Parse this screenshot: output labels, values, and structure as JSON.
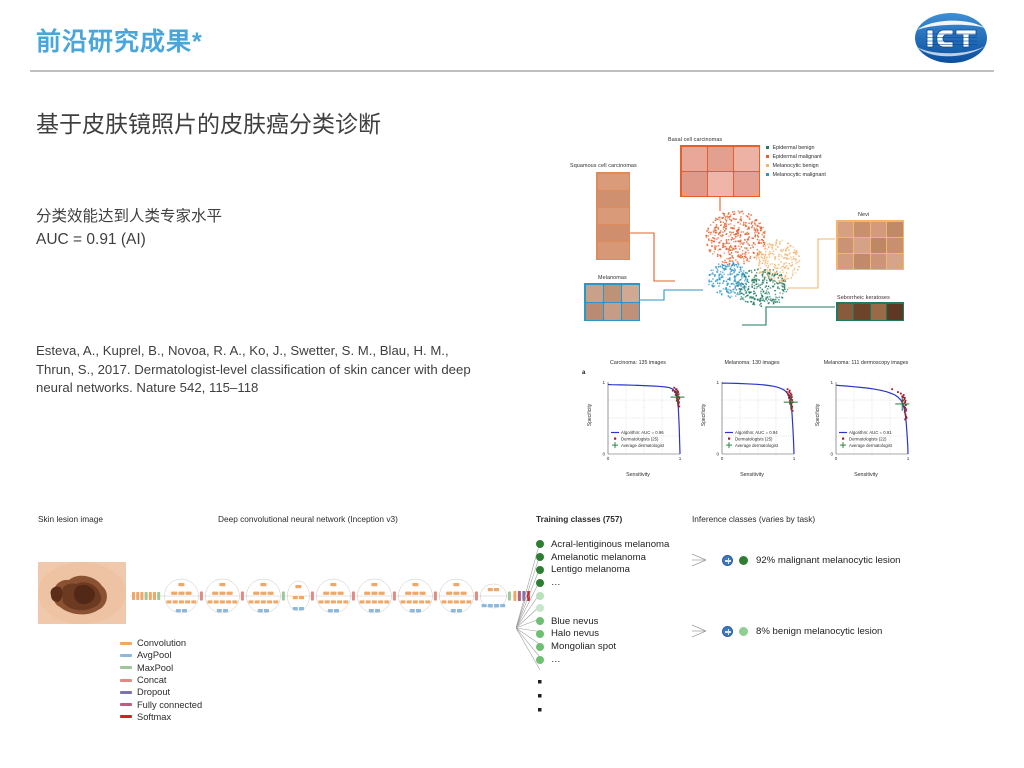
{
  "header": {
    "title": "前沿研究成果*",
    "logo_text": "ICT",
    "logo_color": "#1464b4",
    "title_color": "#49a6db"
  },
  "body": {
    "subtitle": "基于皮肤镜照片的皮肤癌分类诊断",
    "performance_line1": "分类效能达到人类专家水平",
    "performance_line2": "AUC = 0.91 (AI)",
    "citation": "Esteva, A., Kuprel, B., Novoa, R. A., Ko, J., Swetter, S. M., Blau, H. M., Thrun, S., 2017. Dermatologist-level classification of skin cancer with deep neural networks. Nature 542, 115–118"
  },
  "tsne": {
    "labels": {
      "basal": "Basal cell carcinomas",
      "squamous": "Squamous cell carcinomas",
      "melanomas": "Melanomas",
      "nevi": "Nevi",
      "seborrheic": "Seborrheic keratoses"
    },
    "legend": [
      {
        "label": "Epidermal benign",
        "color": "#1f7a60"
      },
      {
        "label": "Epidermal malignant",
        "color": "#e2622e"
      },
      {
        "label": "Melanocytic benign",
        "color": "#f2b56b"
      },
      {
        "label": "Melanocytic malignant",
        "color": "#2e95c8"
      }
    ]
  },
  "chart_data": [
    {
      "type": "line",
      "title": "Carcinoma: 135 images",
      "xlabel": "Sensitivity",
      "ylabel": "Specificity",
      "xlim": [
        0,
        1
      ],
      "ylim": [
        0,
        1
      ],
      "xticks": [
        "0",
        "1"
      ],
      "yticks": [
        "0",
        "1"
      ],
      "grid": true,
      "legend_position": "lower-left",
      "series": [
        {
          "name": "Algorithm: AUC = 0.96",
          "color": "#2a35c8",
          "x": [
            0,
            0.05,
            0.18,
            0.34,
            0.5,
            0.62,
            0.7,
            0.76,
            0.8,
            0.84,
            0.87,
            0.9,
            0.92,
            0.94,
            0.955,
            0.965,
            0.972,
            0.978,
            0.984,
            0.99,
            0.995,
            1.0
          ],
          "y": [
            0.965,
            0.963,
            0.96,
            0.955,
            0.95,
            0.945,
            0.94,
            0.935,
            0.93,
            0.925,
            0.915,
            0.9,
            0.88,
            0.845,
            0.8,
            0.75,
            0.7,
            0.62,
            0.5,
            0.34,
            0.18,
            0.0
          ]
        },
        {
          "name": "Dermatologists (25)",
          "color": "#9e1b32",
          "marker": "point",
          "points": [
            [
              0.9,
              0.88
            ],
            [
              0.93,
              0.86
            ],
            [
              0.95,
              0.9
            ],
            [
              0.96,
              0.84
            ],
            [
              0.94,
              0.82
            ],
            [
              0.965,
              0.88
            ],
            [
              0.97,
              0.8
            ],
            [
              0.955,
              0.78
            ],
            [
              0.975,
              0.86
            ],
            [
              0.98,
              0.83
            ],
            [
              0.945,
              0.9
            ],
            [
              0.985,
              0.79
            ],
            [
              0.92,
              0.92
            ],
            [
              0.935,
              0.87
            ],
            [
              0.975,
              0.75
            ],
            [
              0.99,
              0.77
            ],
            [
              0.96,
              0.76
            ],
            [
              0.97,
              0.73
            ],
            [
              0.98,
              0.7
            ],
            [
              0.985,
              0.72
            ],
            [
              0.955,
              0.74
            ],
            [
              0.975,
              0.68
            ],
            [
              0.99,
              0.66
            ],
            [
              0.945,
              0.86
            ],
            [
              0.965,
              0.81
            ]
          ]
        },
        {
          "name": "Average dermatologist",
          "color": "#1b7a2f",
          "marker": "plus",
          "points": [
            [
              0.965,
              0.79
            ]
          ]
        }
      ]
    },
    {
      "type": "line",
      "title": "Melanoma: 130 images",
      "xlabel": "Sensitivity",
      "ylabel": "Specificity",
      "xlim": [
        0,
        1
      ],
      "ylim": [
        0,
        1
      ],
      "xticks": [
        "0",
        "1"
      ],
      "yticks": [
        "0",
        "1"
      ],
      "grid": true,
      "legend_position": "lower-left",
      "series": [
        {
          "name": "Algorithm: AUC = 0.94",
          "color": "#2a35c8",
          "x": [
            0,
            0.08,
            0.2,
            0.34,
            0.48,
            0.58,
            0.66,
            0.72,
            0.78,
            0.82,
            0.86,
            0.89,
            0.915,
            0.935,
            0.95,
            0.962,
            0.97,
            0.977,
            0.983,
            0.99,
            0.996,
            1.0
          ],
          "y": [
            0.985,
            0.983,
            0.98,
            0.975,
            0.968,
            0.96,
            0.95,
            0.94,
            0.925,
            0.91,
            0.89,
            0.865,
            0.83,
            0.79,
            0.74,
            0.68,
            0.6,
            0.5,
            0.38,
            0.25,
            0.12,
            0.0
          ]
        },
        {
          "name": "Dermatologists (25)",
          "color": "#9e1b32",
          "marker": "point",
          "points": [
            [
              0.9,
              0.86
            ],
            [
              0.92,
              0.82
            ],
            [
              0.94,
              0.88
            ],
            [
              0.95,
              0.8
            ],
            [
              0.93,
              0.78
            ],
            [
              0.955,
              0.84
            ],
            [
              0.96,
              0.76
            ],
            [
              0.945,
              0.74
            ],
            [
              0.965,
              0.82
            ],
            [
              0.97,
              0.79
            ],
            [
              0.935,
              0.86
            ],
            [
              0.975,
              0.75
            ],
            [
              0.91,
              0.9
            ],
            [
              0.925,
              0.83
            ],
            [
              0.965,
              0.7
            ],
            [
              0.98,
              0.72
            ],
            [
              0.95,
              0.72
            ],
            [
              0.96,
              0.68
            ],
            [
              0.97,
              0.64
            ],
            [
              0.975,
              0.66
            ],
            [
              0.945,
              0.7
            ],
            [
              0.965,
              0.62
            ],
            [
              0.98,
              0.6
            ],
            [
              0.935,
              0.81
            ],
            [
              0.955,
              0.77
            ]
          ]
        },
        {
          "name": "Average dermatologist",
          "color": "#1b7a2f",
          "marker": "plus",
          "points": [
            [
              0.955,
              0.72
            ]
          ]
        }
      ]
    },
    {
      "type": "line",
      "title": "Melanoma: 111 dermoscopy images",
      "xlabel": "Sensitivity",
      "ylabel": "Specificity",
      "xlim": [
        0,
        1
      ],
      "ylim": [
        0,
        1
      ],
      "xticks": [
        "0",
        "1"
      ],
      "yticks": [
        "0",
        "1"
      ],
      "grid": true,
      "legend_position": "lower-left",
      "series": [
        {
          "name": "Algorithm: AUC = 0.91",
          "color": "#2a35c8",
          "x": [
            0,
            0.06,
            0.14,
            0.24,
            0.34,
            0.44,
            0.54,
            0.62,
            0.7,
            0.76,
            0.82,
            0.86,
            0.9,
            0.925,
            0.945,
            0.96,
            0.97,
            0.978,
            0.985,
            0.992,
            0.997,
            1.0
          ],
          "y": [
            0.955,
            0.95,
            0.945,
            0.935,
            0.925,
            0.915,
            0.9,
            0.885,
            0.865,
            0.845,
            0.82,
            0.79,
            0.75,
            0.7,
            0.64,
            0.57,
            0.49,
            0.4,
            0.3,
            0.2,
            0.1,
            0.0
          ]
        },
        {
          "name": "Dermatologists (22)",
          "color": "#9e1b32",
          "marker": "point",
          "points": [
            [
              0.78,
              0.9
            ],
            [
              0.86,
              0.86
            ],
            [
              0.9,
              0.84
            ],
            [
              0.92,
              0.8
            ],
            [
              0.94,
              0.82
            ],
            [
              0.95,
              0.76
            ],
            [
              0.93,
              0.74
            ],
            [
              0.955,
              0.78
            ],
            [
              0.96,
              0.72
            ],
            [
              0.945,
              0.7
            ],
            [
              0.965,
              0.74
            ],
            [
              0.97,
              0.68
            ],
            [
              0.935,
              0.79
            ],
            [
              0.95,
              0.66
            ],
            [
              0.96,
              0.64
            ],
            [
              0.97,
              0.6
            ],
            [
              0.975,
              0.62
            ],
            [
              0.955,
              0.58
            ],
            [
              0.965,
              0.55
            ],
            [
              0.975,
              0.52
            ],
            [
              0.98,
              0.5
            ],
            [
              0.96,
              0.48
            ]
          ]
        },
        {
          "name": "Average dermatologist",
          "color": "#1b7a2f",
          "marker": "plus",
          "points": [
            [
              0.92,
              0.695
            ]
          ]
        }
      ]
    }
  ],
  "roc_panel_letter": "a",
  "architecture": {
    "heading_lesion": "Skin lesion image",
    "heading_network": "Deep convolutional neural network (Inception v3)",
    "heading_training": "Training classes (757)",
    "heading_inference": "Inference classes (varies by task)",
    "net_legend": [
      {
        "label": "Convolution",
        "color": "#f0a868"
      },
      {
        "label": "AvgPool",
        "color": "#8cb9de"
      },
      {
        "label": "MaxPool",
        "color": "#9fc79a"
      },
      {
        "label": "Concat",
        "color": "#e08a84"
      },
      {
        "label": "Dropout",
        "color": "#7a74b0"
      },
      {
        "label": "Fully connected",
        "color": "#b8607e"
      },
      {
        "label": "Softmax",
        "color": "#d81f26"
      }
    ],
    "training_classes_group1": [
      {
        "label": "Acral-lentiginous melanoma",
        "color": "#2e7d32"
      },
      {
        "label": "Amelanotic melanoma",
        "color": "#2e7d32"
      },
      {
        "label": "Lentigo melanoma",
        "color": "#2e7d32"
      },
      {
        "label": "…",
        "color": "#2e7d32"
      }
    ],
    "training_classes_group2": [
      {
        "label": "Blue nevus",
        "color": "#6fbf73"
      },
      {
        "label": "Halo nevus",
        "color": "#6fbf73"
      },
      {
        "label": "Mongolian spot",
        "color": "#6fbf73"
      },
      {
        "label": "…",
        "color": "#6fbf73"
      }
    ],
    "inference": [
      {
        "label": "92% malignant melanocytic lesion",
        "color": "#2e7d32"
      },
      {
        "label": "8% benign melanocytic lesion",
        "color": "#8fcf93"
      }
    ]
  }
}
